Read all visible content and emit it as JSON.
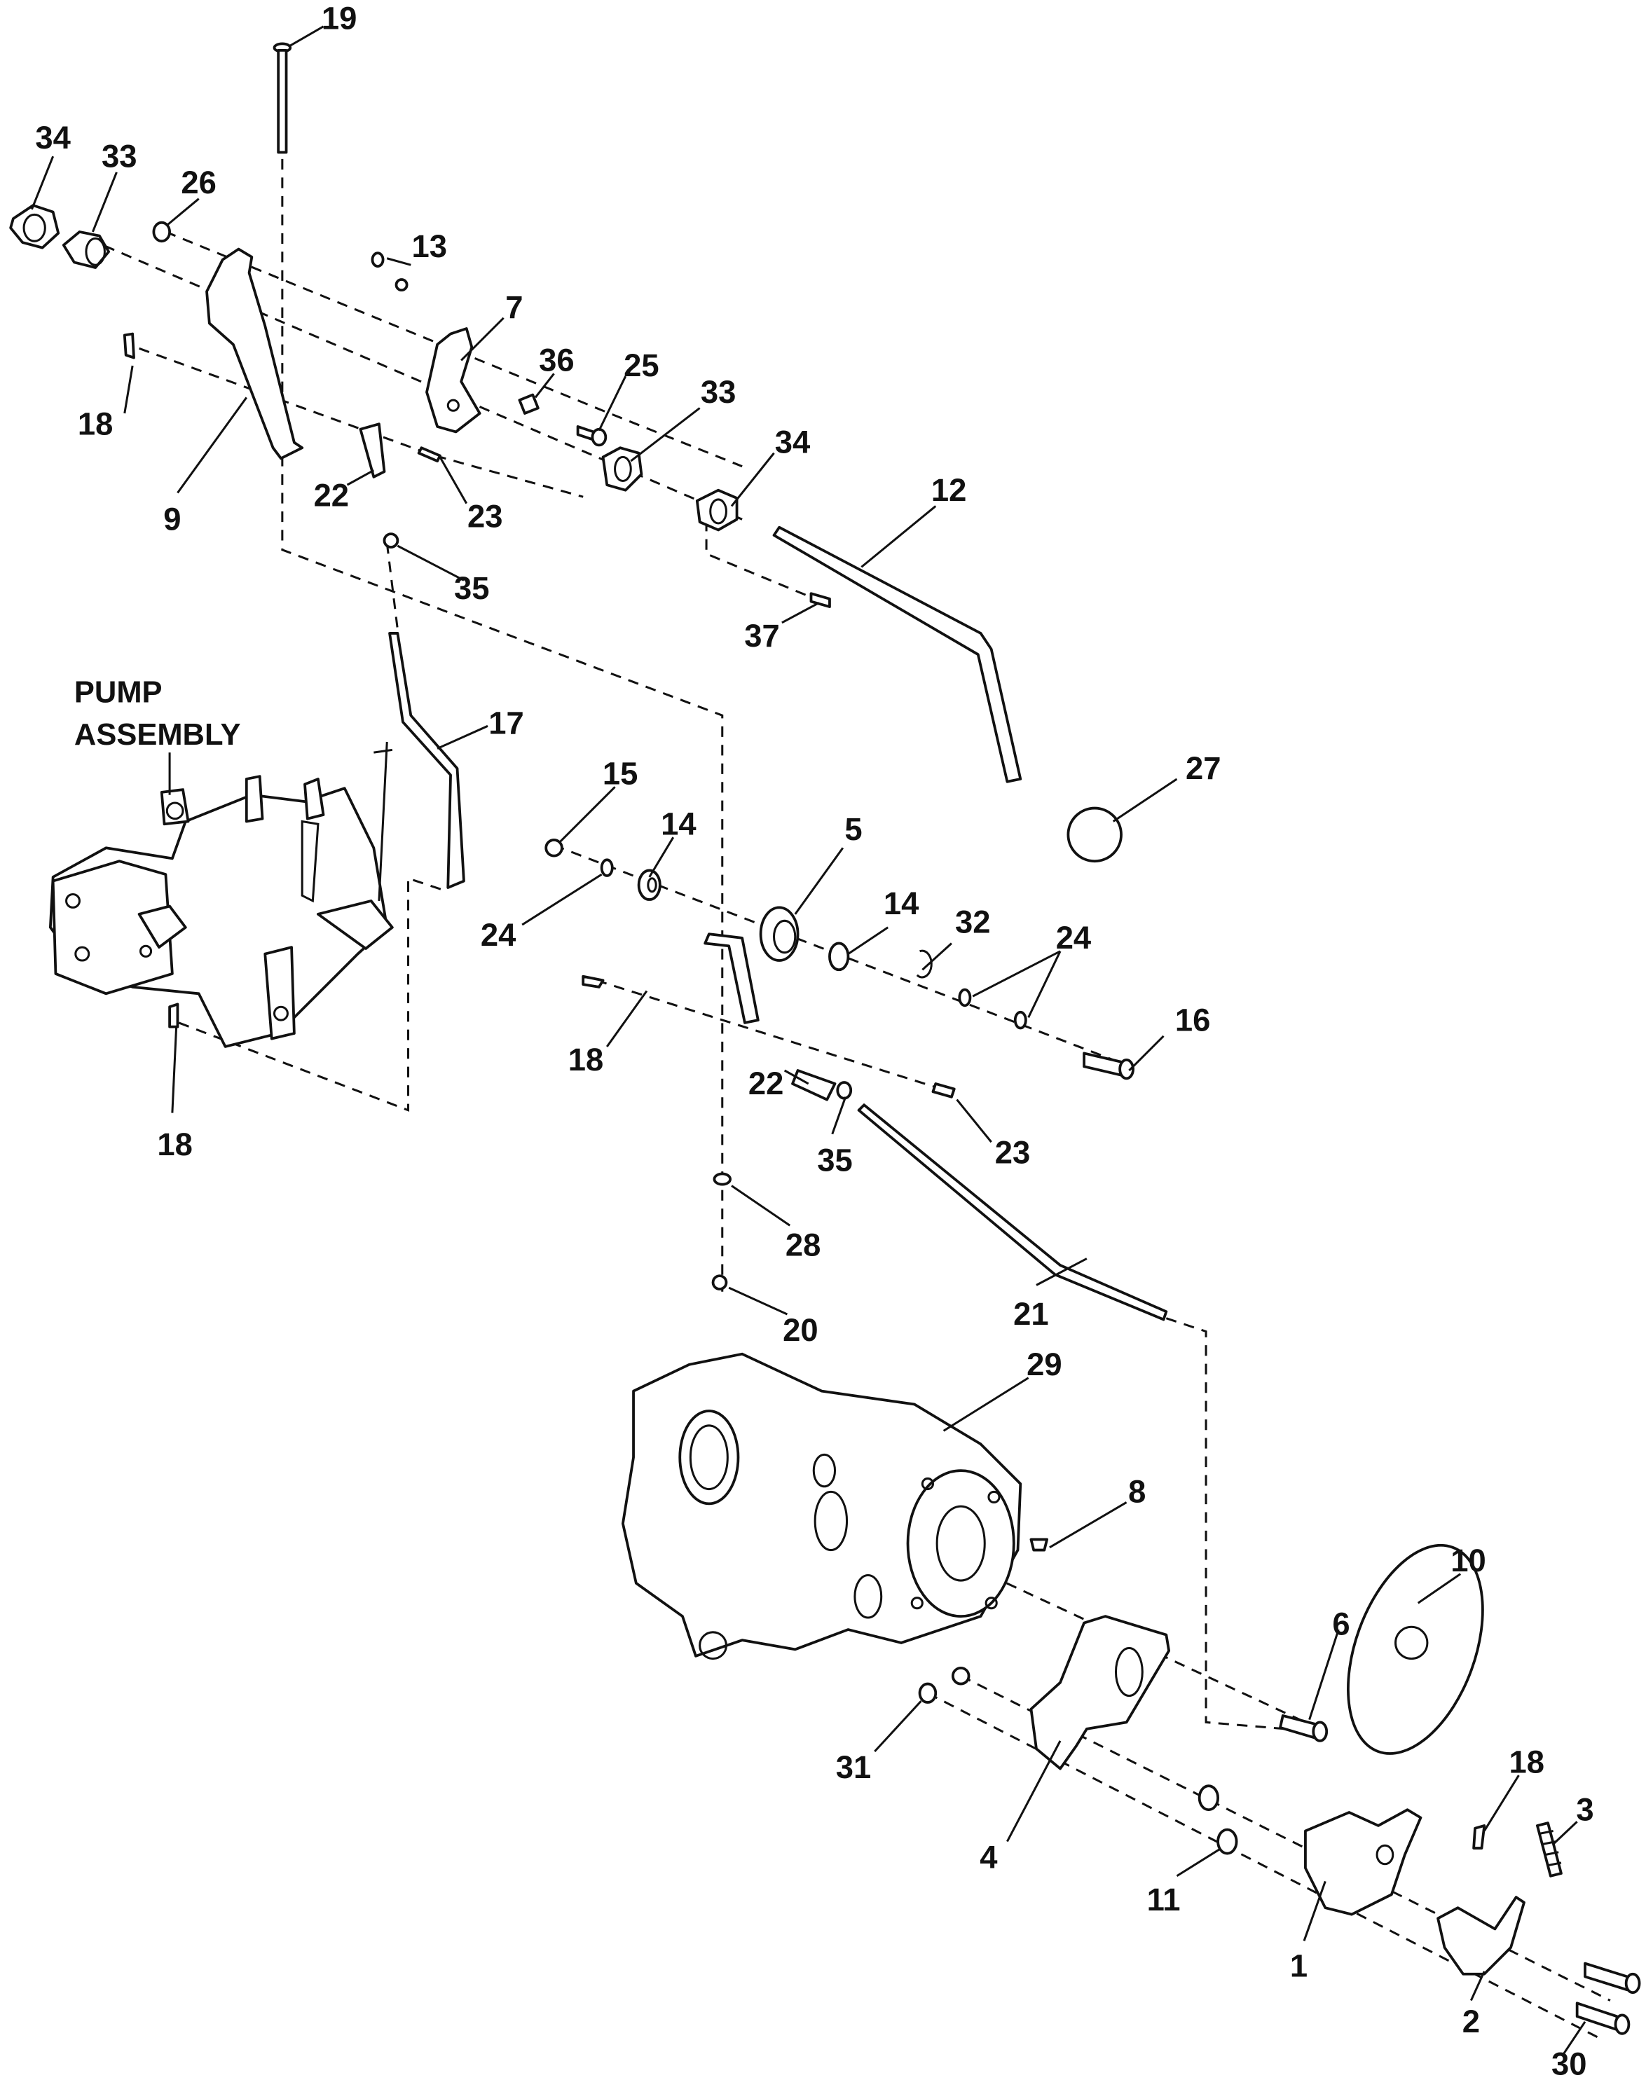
{
  "diagram": {
    "type": "exploded-parts-diagram",
    "assembly_label_line1": "PUMP",
    "assembly_label_line2": "ASSEMBLY",
    "line_color": "#111111",
    "background_color": "#ffffff",
    "callouts": [
      {
        "id": "c19",
        "label": "19"
      },
      {
        "id": "c34a",
        "label": "34"
      },
      {
        "id": "c33a",
        "label": "33"
      },
      {
        "id": "c26",
        "label": "26"
      },
      {
        "id": "c13",
        "label": "13"
      },
      {
        "id": "c7",
        "label": "7"
      },
      {
        "id": "c36",
        "label": "36"
      },
      {
        "id": "c25",
        "label": "25"
      },
      {
        "id": "c33b",
        "label": "33"
      },
      {
        "id": "c34b",
        "label": "34"
      },
      {
        "id": "c18a",
        "label": "18"
      },
      {
        "id": "c9",
        "label": "9"
      },
      {
        "id": "c22a",
        "label": "22"
      },
      {
        "id": "c23a",
        "label": "23"
      },
      {
        "id": "c12",
        "label": "12"
      },
      {
        "id": "c35a",
        "label": "35"
      },
      {
        "id": "c37",
        "label": "37"
      },
      {
        "id": "c17",
        "label": "17"
      },
      {
        "id": "c15",
        "label": "15"
      },
      {
        "id": "c14a",
        "label": "14"
      },
      {
        "id": "c5",
        "label": "5"
      },
      {
        "id": "c27",
        "label": "27"
      },
      {
        "id": "c24a",
        "label": "24"
      },
      {
        "id": "c14b",
        "label": "14"
      },
      {
        "id": "c32",
        "label": "32"
      },
      {
        "id": "c24b",
        "label": "24"
      },
      {
        "id": "c16",
        "label": "16"
      },
      {
        "id": "c18b",
        "label": "18"
      },
      {
        "id": "c22b",
        "label": "22"
      },
      {
        "id": "c35b",
        "label": "35"
      },
      {
        "id": "c23b",
        "label": "23"
      },
      {
        "id": "c18c",
        "label": "18"
      },
      {
        "id": "c28",
        "label": "28"
      },
      {
        "id": "c20",
        "label": "20"
      },
      {
        "id": "c21",
        "label": "21"
      },
      {
        "id": "c29",
        "label": "29"
      },
      {
        "id": "c8",
        "label": "8"
      },
      {
        "id": "c10",
        "label": "10"
      },
      {
        "id": "c6",
        "label": "6"
      },
      {
        "id": "c31",
        "label": "31"
      },
      {
        "id": "c4",
        "label": "4"
      },
      {
        "id": "c18d",
        "label": "18"
      },
      {
        "id": "c3",
        "label": "3"
      },
      {
        "id": "c11",
        "label": "11"
      },
      {
        "id": "c1",
        "label": "1"
      },
      {
        "id": "c2",
        "label": "2"
      },
      {
        "id": "c30",
        "label": "30"
      }
    ]
  }
}
